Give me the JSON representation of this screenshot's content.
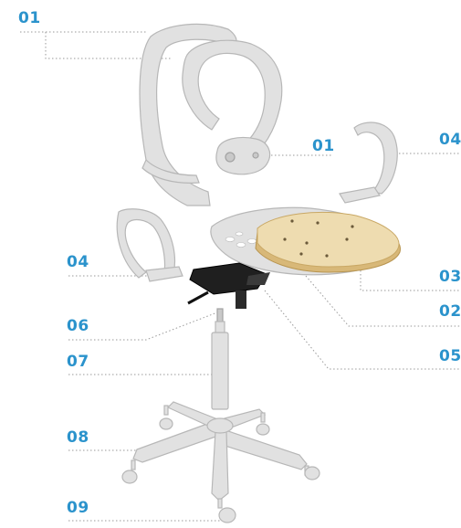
{
  "labels": {
    "backrest": "01",
    "lumbar": "01",
    "seat_base": "02",
    "seat_cushion": "03",
    "armrest_right": "04",
    "armrest_left": "04",
    "mechanism": "05",
    "gas_lift": "06",
    "gas_cover": "07",
    "base": "08",
    "casters": "09"
  },
  "colors": {
    "accent": "#2b93cc",
    "part": "#e1e1e1",
    "cushion": "#eedcb0"
  }
}
